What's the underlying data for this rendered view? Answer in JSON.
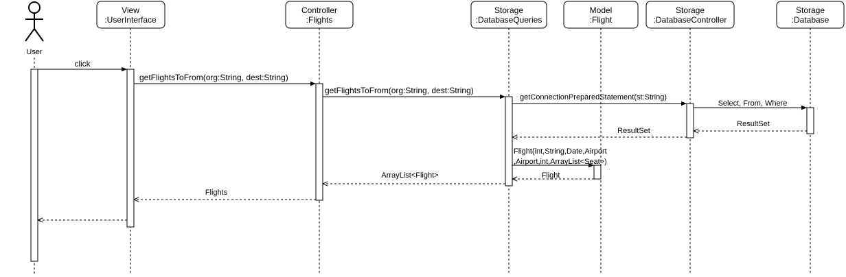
{
  "actor": {
    "label": "User"
  },
  "participants": [
    {
      "id": "view",
      "line1": "View",
      "line2": ":UserInterface"
    },
    {
      "id": "controller",
      "line1": "Controller",
      "line2": ":Flights"
    },
    {
      "id": "queries",
      "line1": "Storage",
      "line2": ":DatabaseQueries"
    },
    {
      "id": "model",
      "line1": "Model",
      "line2": ":Flight"
    },
    {
      "id": "dbcontroller",
      "line1": "Storage",
      "line2": ":DatabaseController"
    },
    {
      "id": "database",
      "line1": "Storage",
      "line2": ":Database"
    }
  ],
  "messages": [
    {
      "id": "click",
      "label": "click",
      "kind": "call"
    },
    {
      "id": "get1",
      "label": "getFlightsToFrom(org:String, dest:String)",
      "kind": "call"
    },
    {
      "id": "get2",
      "label": "getFlightsToFrom(org:String, dest:String)",
      "kind": "call"
    },
    {
      "id": "conn",
      "label": "getConnectionPreparedStatement(st:String)",
      "kind": "call"
    },
    {
      "id": "select",
      "label": "Select, From, Where",
      "kind": "call"
    },
    {
      "id": "rs1",
      "label": "ResultSet",
      "kind": "return"
    },
    {
      "id": "rs2",
      "label": "ResultSet",
      "kind": "return"
    },
    {
      "id": "ctor",
      "line1": "Flight(int,String,Date,Airport",
      "line2": ",Airport,int,ArrayList<Seat>)",
      "kind": "call"
    },
    {
      "id": "flight",
      "label": "Flight",
      "kind": "return"
    },
    {
      "id": "list",
      "label": "ArrayList<Flight>",
      "kind": "return"
    },
    {
      "id": "flights",
      "label": "Flights",
      "kind": "return"
    },
    {
      "id": "back",
      "label": "",
      "kind": "return"
    }
  ]
}
